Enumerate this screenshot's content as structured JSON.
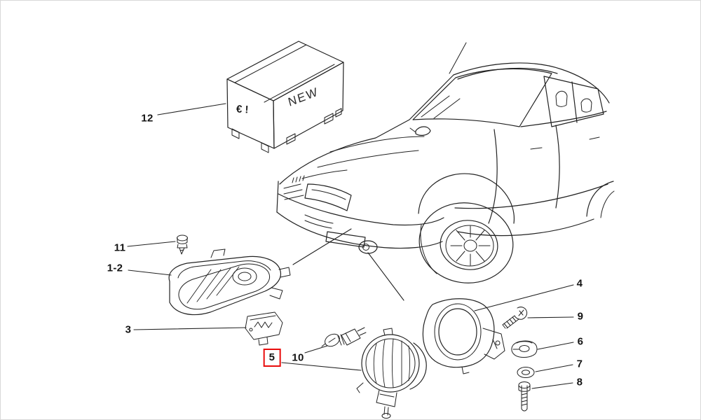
{
  "diagram": {
    "type": "exploded-parts-diagram",
    "highlight_color": "#e80c0c",
    "line_color": "#222222",
    "box": {
      "front_text": "€ !",
      "side_text": "NEW"
    },
    "labels": [
      {
        "id": "12",
        "highlighted": false
      },
      {
        "id": "11",
        "highlighted": false
      },
      {
        "id": "1-2",
        "highlighted": false
      },
      {
        "id": "3",
        "highlighted": false
      },
      {
        "id": "5",
        "highlighted": true
      },
      {
        "id": "10",
        "highlighted": false
      },
      {
        "id": "4",
        "highlighted": false
      },
      {
        "id": "9",
        "highlighted": false
      },
      {
        "id": "6",
        "highlighted": false
      },
      {
        "id": "7",
        "highlighted": false
      },
      {
        "id": "8",
        "highlighted": false
      }
    ]
  }
}
